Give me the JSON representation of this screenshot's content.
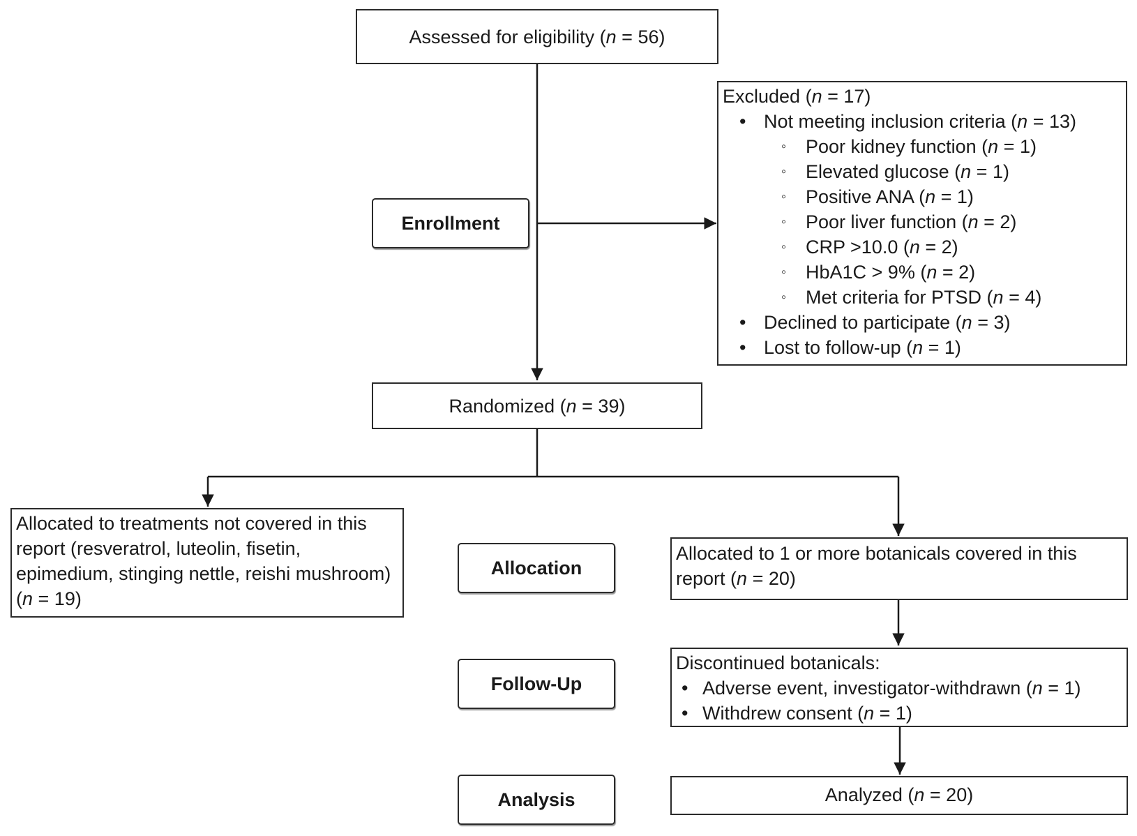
{
  "stages": {
    "enrollment": "Enrollment",
    "allocation": "Allocation",
    "follow_up": "Follow-Up",
    "analysis": "Analysis"
  },
  "assessed": {
    "pre": "Assessed for eligibility (",
    "n": "n",
    "post": " = 56)"
  },
  "excluded": {
    "title": {
      "pre": "Excluded (",
      "n": "n",
      "post": " = 17)"
    },
    "items": [
      {
        "pre": "Not meeting inclusion criteria (",
        "n": "n",
        "post": " = 13)"
      },
      {
        "pre": "Poor kidney function (",
        "n": "n",
        "post": " = 1)"
      },
      {
        "pre": "Elevated glucose (",
        "n": "n",
        "post": " = 1)"
      },
      {
        "pre": "Positive ANA (",
        "n": "n",
        "post": " = 1)"
      },
      {
        "pre": "Poor liver function (",
        "n": "n",
        "post": " = 2)"
      },
      {
        "pre": "CRP >10.0 (",
        "n": "n",
        "post": " = 2)"
      },
      {
        "pre": "HbA1C > 9% (",
        "n": "n",
        "post": " = 2)"
      },
      {
        "pre": "Met criteria for PTSD (",
        "n": "n",
        "post": " = 4)"
      },
      {
        "pre": "Declined to participate (",
        "n": "n",
        "post": " = 3)"
      },
      {
        "pre": "Lost to follow-up (",
        "n": "n",
        "post": " = 1)"
      }
    ]
  },
  "randomized": {
    "pre": "Randomized (",
    "n": "n",
    "post": " = 39)"
  },
  "alloc_other": {
    "pre": "Allocated to treatments not covered in this report (resveratrol, luteolin, fisetin, epimedium, stinging nettle, reishi mushroom) (",
    "n": "n",
    "post": " = 19)"
  },
  "alloc_botanicals": {
    "pre": "Allocated to 1 or more botanicals covered in this report (",
    "n": "n",
    "post": " = 20)"
  },
  "discontinued": {
    "title": "Discontinued botanicals:",
    "items": [
      {
        "pre": "Adverse event, investigator-withdrawn (",
        "n": "n",
        "post": " = 1)"
      },
      {
        "pre": "Withdrew consent (",
        "n": "n",
        "post": " = 1)"
      }
    ]
  },
  "analyzed": {
    "pre": "Analyzed (",
    "n": "n",
    "post": " = 20)"
  }
}
